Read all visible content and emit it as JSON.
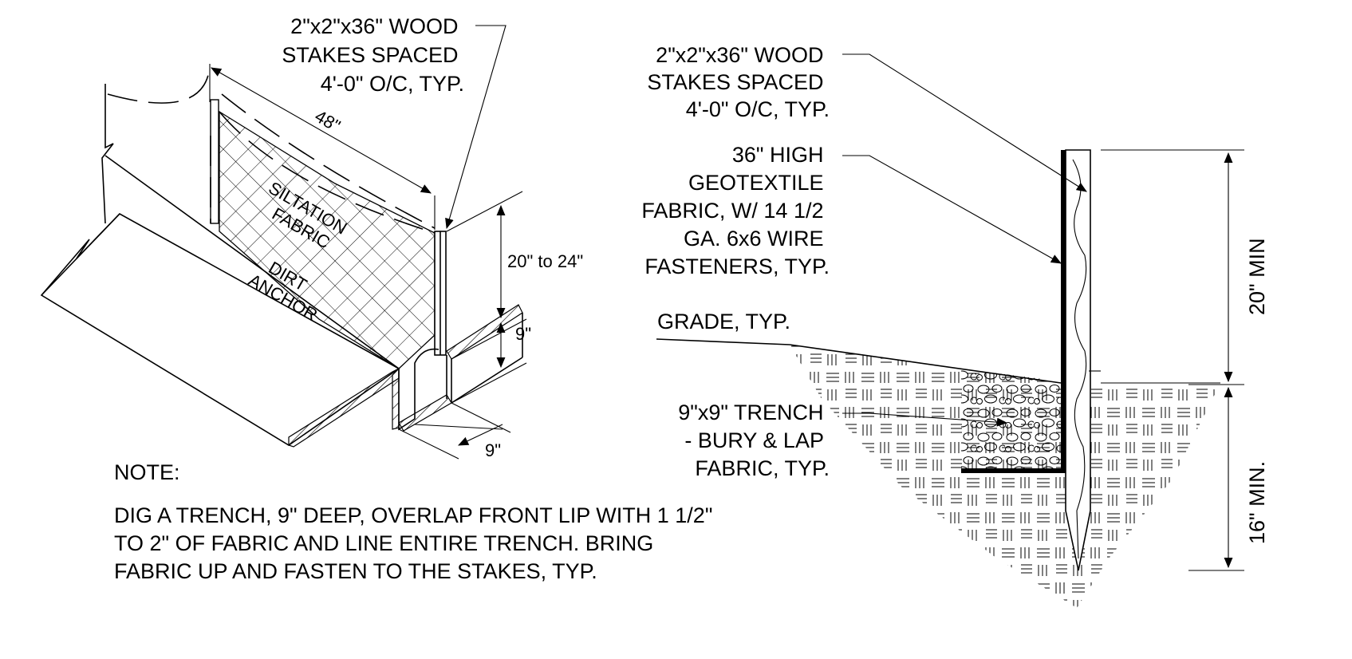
{
  "iso_view": {
    "stake_label": [
      "2\"x2\"x36\" WOOD",
      "STAKES SPACED",
      "4'-0\" O/C, TYP."
    ],
    "spacing_dim": "48\"",
    "fabric_label": [
      "SILTATION",
      "FABRIC"
    ],
    "anchor_label": [
      "DIRT",
      "ANCHOR"
    ],
    "height_dim": "20\" to 24\"",
    "depth_dim": "9\"",
    "width_dim": "9\""
  },
  "section_view": {
    "stake_label": [
      "2\"x2\"x36\" WOOD",
      "STAKES SPACED",
      "4'-0\" O/C, TYP."
    ],
    "fabric_label": [
      "36\" HIGH",
      "GEOTEXTILE",
      "FABRIC, W/ 14 1/2",
      "GA. 6x6 WIRE",
      "FASTENERS, TYP."
    ],
    "grade_label": "GRADE, TYP.",
    "trench_label": [
      "9\"x9\" TRENCH",
      "- BURY & LAP",
      "FABRIC, TYP."
    ],
    "above_dim": "20\" MIN",
    "below_dim": "16\" MIN."
  },
  "note": {
    "heading": "NOTE:",
    "lines": [
      "DIG A TRENCH, 9\" DEEP, OVERLAP FRONT LIP WITH 1 1/2\"",
      "TO 2\" OF FABRIC AND LINE ENTIRE TRENCH. BRING",
      "FABRIC UP AND FASTEN TO THE STAKES, TYP."
    ]
  }
}
